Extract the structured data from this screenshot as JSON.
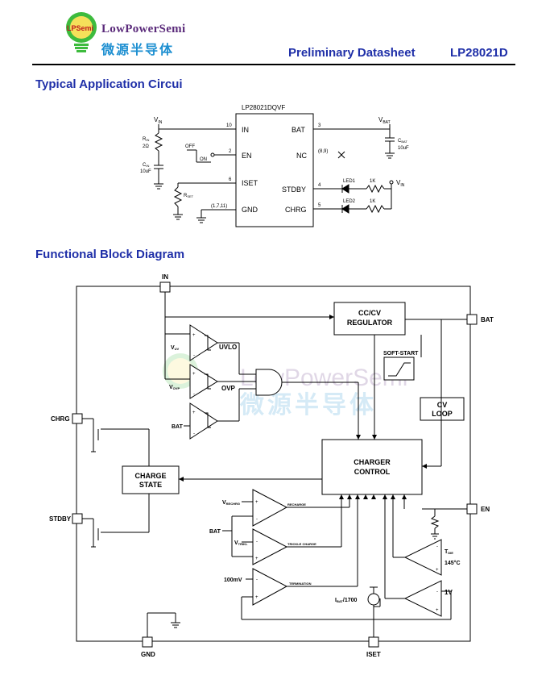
{
  "header": {
    "logo_badge": "LPSemi",
    "brand_en": "LowPowerSemi",
    "brand_cn": "微源半导体",
    "doc_type": "Preliminary Datasheet",
    "part_no": "LP28021D"
  },
  "app_section": {
    "title": "Typical Application Circui",
    "chip": "LP28021DQVF",
    "pins_left": [
      {
        "num": "10",
        "name": "IN"
      },
      {
        "num": "2",
        "name": "EN"
      },
      {
        "num": "6",
        "name": "ISET"
      },
      {
        "num": "(1,7,11)",
        "name": "GND"
      }
    ],
    "pins_right": [
      {
        "num": "3",
        "name": "BAT"
      },
      {
        "num": "(8,9)",
        "name": "NC"
      },
      {
        "num": "4",
        "name": "STDBY"
      },
      {
        "num": "5",
        "name": "CHRG"
      }
    ],
    "vin": "V",
    "vin_sub": "IN",
    "vbat": "V",
    "vbat_sub": "BAT",
    "rin": "R",
    "rin_sub": "IN",
    "rin_val": "2Ω",
    "cin": "C",
    "cin_sub": "IN",
    "cin_val": "10uF",
    "cbat": "C",
    "cbat_sub": "BAT",
    "cbat_val": "10uF",
    "rset": "R",
    "rset_sub": "SET",
    "off": "OFF",
    "on": "ON",
    "led1": "LED1",
    "led2": "LED2",
    "r1": "1K",
    "r2": "1K"
  },
  "block_section": {
    "title": "Functional Block Diagram",
    "pin_in": "IN",
    "pin_bat": "BAT",
    "pin_chrg": "CHRG",
    "pin_stdby": "STDBY",
    "pin_en": "EN",
    "pin_gnd": "GND",
    "pin_iset": "ISET",
    "regulator_l1": "CC/CV",
    "regulator_l2": "REGULATOR",
    "soft_start": "SOFT-START",
    "cv_l1": "CV",
    "cv_l2": "LOOP",
    "charger_l1": "CHARGER",
    "charger_l2": "CONTROL",
    "charge_state_l1": "CHARGE",
    "charge_state_l2": "STATE",
    "uvlo": "UVLO",
    "ovp": "OVP",
    "v_uv": "V",
    "v_uv_sub": "UV",
    "v_ovp": "V",
    "v_ovp_sub": "OVP",
    "bat_in": "BAT",
    "v_rechrg": "V",
    "v_rechrg_sub": "RECHRG",
    "recharge": "RECHARGE",
    "bat_node": "BAT",
    "v_trikl": "V",
    "v_trikl_sub": "TRIKL",
    "trickle": "TRICKLE CHARGE",
    "mv100": "100mV",
    "termination": "TERMINATION",
    "t_die": "T",
    "t_die_sub": "DIE",
    "temp": "145°C",
    "i_bat": "I",
    "i_bat_sub": "BAT",
    "i_bat_ratio": "/1700",
    "v1": "1V"
  }
}
